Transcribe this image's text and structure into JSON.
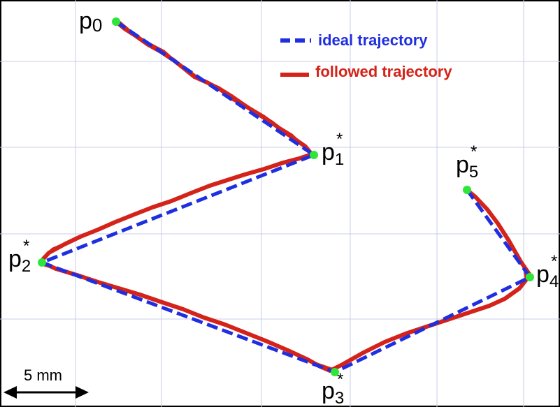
{
  "legend": {
    "ideal": {
      "label": "ideal trajectory",
      "color": "#1f2fe0"
    },
    "followed": {
      "label": "followed trajectory",
      "color": "#d4231a"
    }
  },
  "points": [
    {
      "id": "p0",
      "base": "p",
      "sub": "0",
      "star": false
    },
    {
      "id": "p1",
      "base": "p",
      "sub": "1",
      "star": true
    },
    {
      "id": "p2",
      "base": "p",
      "sub": "2",
      "star": true
    },
    {
      "id": "p3",
      "base": "p",
      "sub": "3",
      "star": true
    },
    {
      "id": "p4",
      "base": "p",
      "sub": "4",
      "star": true
    },
    {
      "id": "p5",
      "base": "p",
      "sub": "5",
      "star": true
    }
  ],
  "scale_bar": {
    "label": "5 mm"
  },
  "colors": {
    "grid": "#c8cce8",
    "point": "#2ee63a",
    "border": "#000000"
  }
}
